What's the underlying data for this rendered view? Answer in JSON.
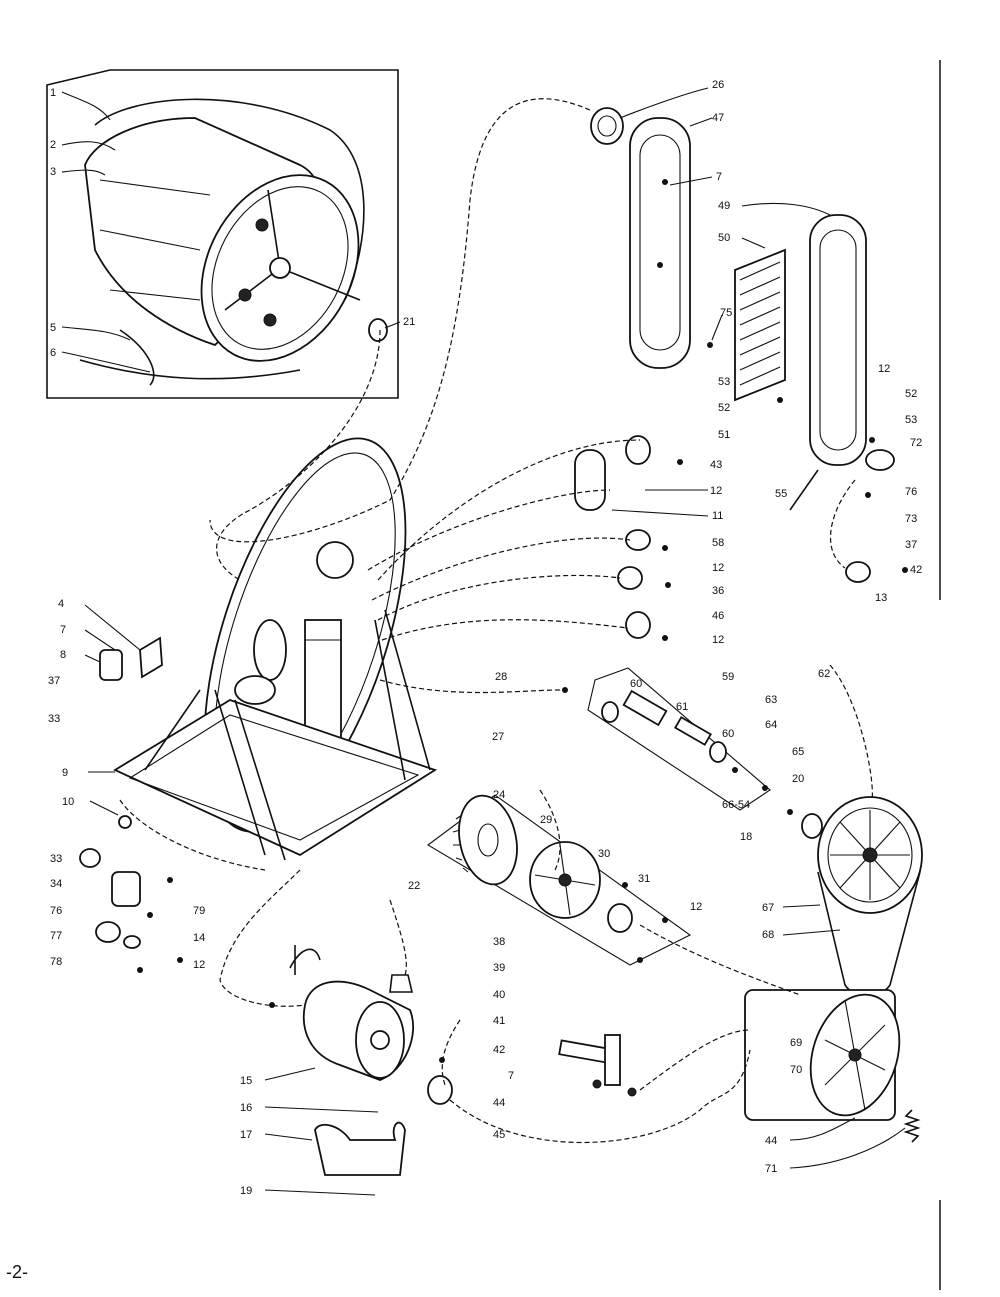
{
  "page_number": "-2-",
  "callouts": [
    {
      "id": "c1",
      "text": "1"
    },
    {
      "id": "c2",
      "text": "2"
    },
    {
      "id": "c3",
      "text": "3"
    },
    {
      "id": "c5",
      "text": "5"
    },
    {
      "id": "c6",
      "text": "6"
    },
    {
      "id": "c21",
      "text": "21"
    },
    {
      "id": "c26",
      "text": "26"
    },
    {
      "id": "c47",
      "text": "47"
    },
    {
      "id": "c7a",
      "text": "7"
    },
    {
      "id": "c49",
      "text": "49"
    },
    {
      "id": "c50",
      "text": "50"
    },
    {
      "id": "c75",
      "text": "75"
    },
    {
      "id": "c12a",
      "text": "12"
    },
    {
      "id": "c53a",
      "text": "53"
    },
    {
      "id": "c52a",
      "text": "52"
    },
    {
      "id": "c52b",
      "text": "52"
    },
    {
      "id": "c53b",
      "text": "53"
    },
    {
      "id": "c51",
      "text": "51"
    },
    {
      "id": "c72",
      "text": "72"
    },
    {
      "id": "c76a",
      "text": "76"
    },
    {
      "id": "c73",
      "text": "73"
    },
    {
      "id": "c55",
      "text": "55"
    },
    {
      "id": "c43",
      "text": "43"
    },
    {
      "id": "c12b",
      "text": "12"
    },
    {
      "id": "c11",
      "text": "11"
    },
    {
      "id": "c58",
      "text": "58"
    },
    {
      "id": "c12c",
      "text": "12"
    },
    {
      "id": "c36",
      "text": "36"
    },
    {
      "id": "c46",
      "text": "46"
    },
    {
      "id": "c12d",
      "text": "12"
    },
    {
      "id": "c37a",
      "text": "37"
    },
    {
      "id": "c42",
      "text": "42"
    },
    {
      "id": "c13",
      "text": "13"
    },
    {
      "id": "c4",
      "text": "4"
    },
    {
      "id": "c7b",
      "text": "7"
    },
    {
      "id": "c8",
      "text": "8"
    },
    {
      "id": "c37b",
      "text": "37"
    },
    {
      "id": "c33a",
      "text": "33"
    },
    {
      "id": "c9",
      "text": "9"
    },
    {
      "id": "c10",
      "text": "10"
    },
    {
      "id": "c28",
      "text": "28"
    },
    {
      "id": "c59",
      "text": "59"
    },
    {
      "id": "c60a",
      "text": "60"
    },
    {
      "id": "c61",
      "text": "61"
    },
    {
      "id": "c60b",
      "text": "60"
    },
    {
      "id": "c62",
      "text": "62"
    },
    {
      "id": "c63",
      "text": "63"
    },
    {
      "id": "c64",
      "text": "64"
    },
    {
      "id": "c65",
      "text": "65"
    },
    {
      "id": "c20",
      "text": "20"
    },
    {
      "id": "c66",
      "text": "66-54"
    },
    {
      "id": "c18",
      "text": "18"
    },
    {
      "id": "c27",
      "text": "27"
    },
    {
      "id": "c24",
      "text": "24"
    },
    {
      "id": "c29",
      "text": "29"
    },
    {
      "id": "c30",
      "text": "30"
    },
    {
      "id": "c31",
      "text": "31"
    },
    {
      "id": "c12e",
      "text": "12"
    },
    {
      "id": "c67",
      "text": "67"
    },
    {
      "id": "c68",
      "text": "68"
    },
    {
      "id": "c33b",
      "text": "33"
    },
    {
      "id": "c34",
      "text": "34"
    },
    {
      "id": "c79",
      "text": "79"
    },
    {
      "id": "c14",
      "text": "14"
    },
    {
      "id": "c76b",
      "text": "76"
    },
    {
      "id": "c77",
      "text": "77"
    },
    {
      "id": "c78",
      "text": "78"
    },
    {
      "id": "c12f",
      "text": "12"
    },
    {
      "id": "c22",
      "text": "22"
    },
    {
      "id": "c38",
      "text": "38"
    },
    {
      "id": "c39",
      "text": "39"
    },
    {
      "id": "c40",
      "text": "40"
    },
    {
      "id": "c41",
      "text": "41"
    },
    {
      "id": "c42b",
      "text": "42"
    },
    {
      "id": "c7c",
      "text": "7"
    },
    {
      "id": "c44a",
      "text": "44"
    },
    {
      "id": "c45",
      "text": "45"
    },
    {
      "id": "c69",
      "text": "69"
    },
    {
      "id": "c70",
      "text": "70"
    },
    {
      "id": "c44b",
      "text": "44"
    },
    {
      "id": "c71",
      "text": "71"
    },
    {
      "id": "c15",
      "text": "15"
    },
    {
      "id": "c16",
      "text": "16"
    },
    {
      "id": "c17",
      "text": "17"
    },
    {
      "id": "c19",
      "text": "19"
    }
  ]
}
